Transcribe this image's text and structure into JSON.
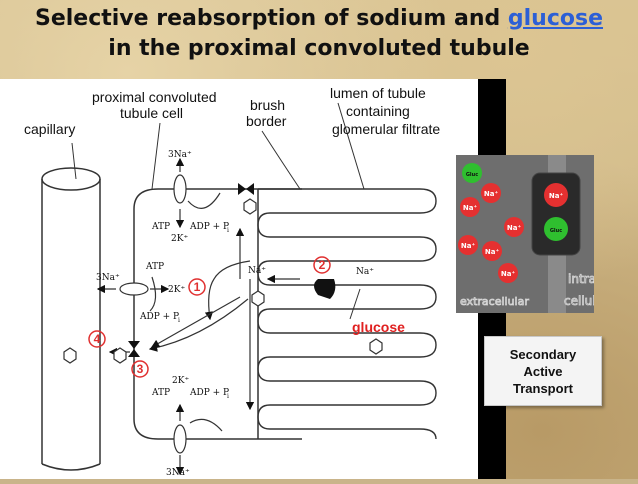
{
  "slide": {
    "title_line1_part1": "Selective reabsorption of sodium and ",
    "title_line1_link": "glucose",
    "title_line2": "in the proximal convoluted tubule"
  },
  "diagram": {
    "labels": {
      "capillary": "capillary",
      "pct_line1": "proximal convoluted",
      "pct_line2": "tubule cell",
      "brush_line1": "brush",
      "brush_line2": "border",
      "lumen_line1": "lumen of tubule",
      "lumen_line2": "containing",
      "lumen_line3": "glomerular filtrate",
      "glucose": "glucose"
    },
    "chem": {
      "na3_top": "3Na⁺",
      "atp_top": "ATP",
      "adp_top": "ADP + P",
      "k2_top": "2K⁺",
      "na3_mid": "3Na⁺",
      "atp_mid": "ATP",
      "k2_mid": "2K⁺",
      "adp_mid": "ADP + P",
      "na_lumen_in": "Na⁺",
      "na_lumen_out": "Na⁺",
      "k2_bot": "2K⁺",
      "atp_bot": "ATP",
      "adp_bot": "ADP + P",
      "na3_bot": "3Na⁺",
      "sub_i": "i"
    },
    "steps": [
      "1",
      "2",
      "3",
      "4"
    ]
  },
  "inset": {
    "molecules": [
      "Gluc",
      "Na⁺",
      "Na⁺",
      "Na⁺",
      "Na⁺",
      "Na⁺",
      "Na⁺",
      "Na⁺",
      "Gluc"
    ],
    "extracellular": "extracellular",
    "intracellular_line1": "intra-",
    "intracellular_line2": "cellular"
  },
  "callout": {
    "line1": "Secondary",
    "line2": "Active",
    "line3": "Transport"
  },
  "colors": {
    "title_link": "#2c5fd6",
    "step_marker": "#e03030",
    "glucose_label": "#e02020",
    "sodium_ball": "#e53030",
    "glucose_ball": "#2fbf2f"
  }
}
